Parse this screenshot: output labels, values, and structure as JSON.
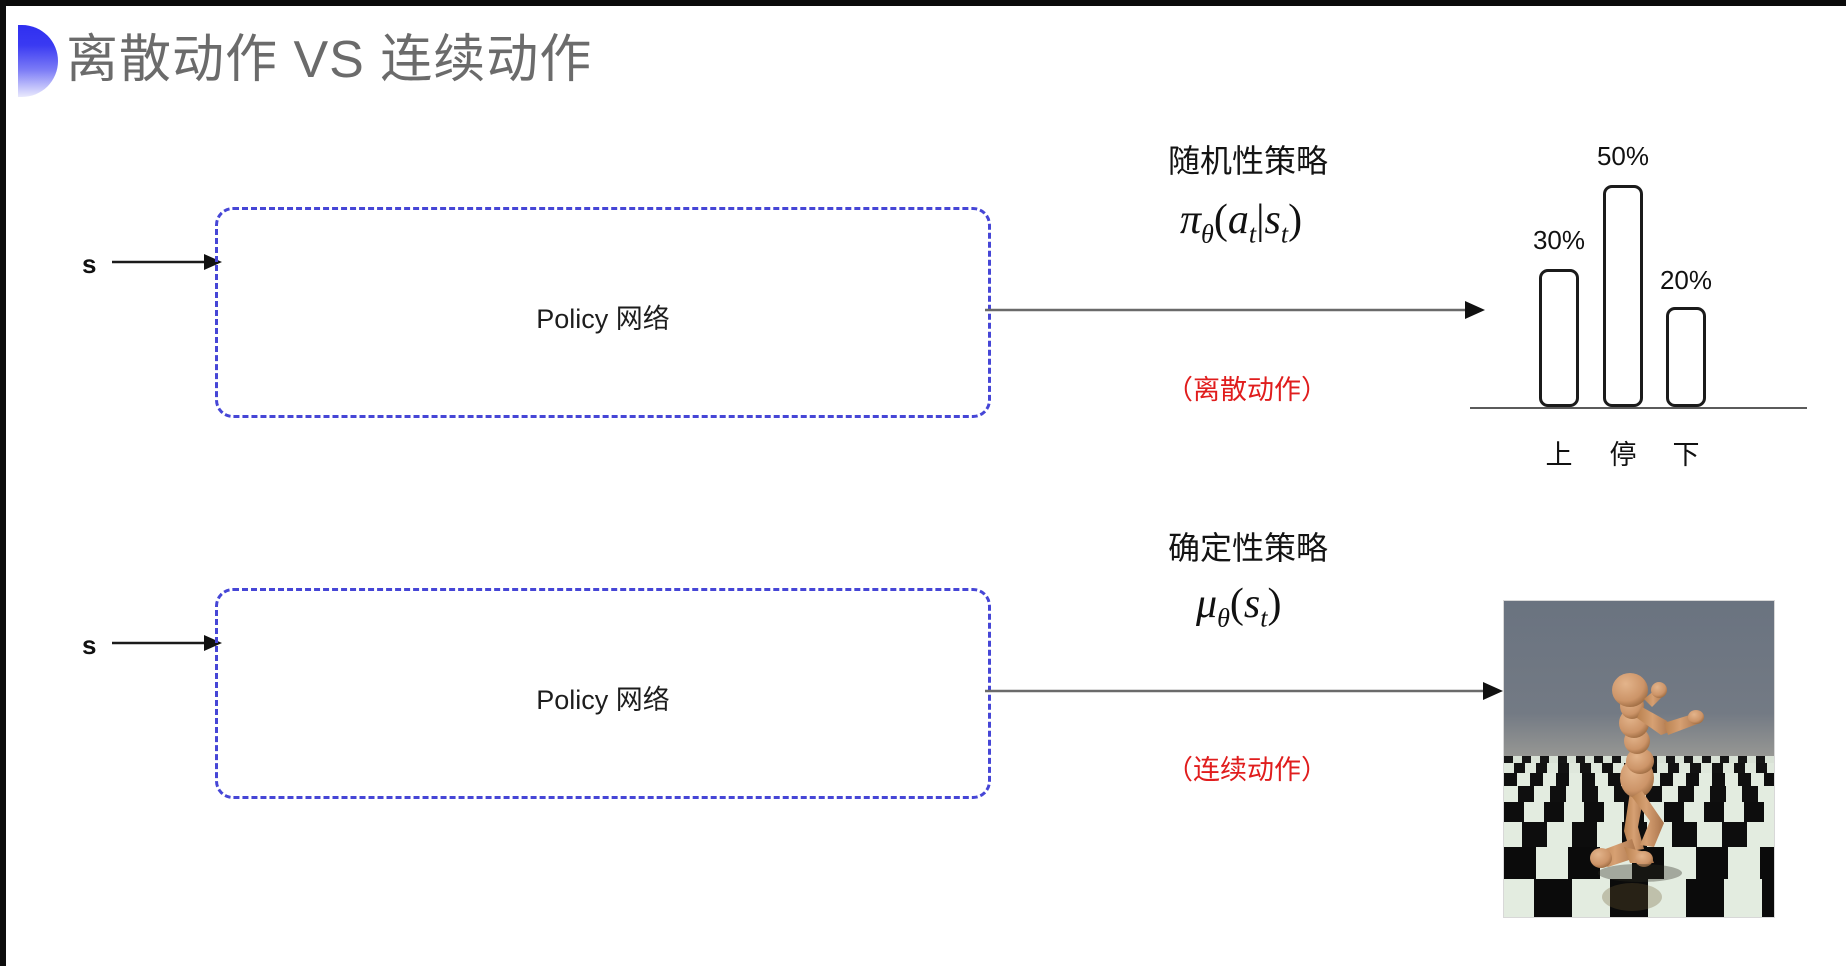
{
  "slide": {
    "title": "离散动作 VS 连续动作",
    "title_color": "#6b6b6b",
    "accent_color": "#2f2ff0",
    "background": "#ffffff"
  },
  "rows": [
    {
      "id": "discrete",
      "input_label": "s",
      "policy_box_label": "Policy 网络",
      "policy_kind": "随机性策略",
      "formula_plain": "π_θ(a_t|s_t)",
      "formula_parts": {
        "symbol": "π",
        "param_sub": "θ",
        "open": "(",
        "arg1": "a",
        "arg1_sub": "t",
        "bar": "|",
        "arg2": "s",
        "arg2_sub": "t",
        "close": ")"
      },
      "action_note": "（离散动作）",
      "action_note_color": "#e01d1d",
      "output_kind": "bar-chart"
    },
    {
      "id": "continuous",
      "input_label": "s",
      "policy_box_label": "Policy 网络",
      "policy_kind": "确定性策略",
      "formula_plain": "μ_θ(s_t)",
      "formula_parts": {
        "symbol": "μ",
        "param_sub": "θ",
        "open": "(",
        "arg1": "s",
        "arg1_sub": "t",
        "close": ")"
      },
      "action_note": "（连续动作）",
      "action_note_color": "#e01d1d",
      "output_kind": "humanoid-simulation"
    }
  ],
  "chart_data": {
    "type": "bar",
    "title": "",
    "xlabel": "",
    "ylabel": "",
    "categories": [
      "上",
      "停",
      "下"
    ],
    "values": [
      30,
      50,
      20
    ],
    "value_labels": [
      "30%",
      "50%",
      "20%"
    ],
    "ylim": [
      0,
      60
    ],
    "grid": false,
    "legend": "none",
    "bar_style": {
      "fill": "#ffffff",
      "stroke": "#1b1b1b",
      "rounded": true
    }
  },
  "simulation": {
    "name": "humanoid-simulation",
    "description": "MuJoCo humanoid on checkerboard floor",
    "sky_color": "#6e7681",
    "floor_light": "#e3ece0",
    "floor_dark": "#111111",
    "body_color": "#cf9a6e"
  }
}
